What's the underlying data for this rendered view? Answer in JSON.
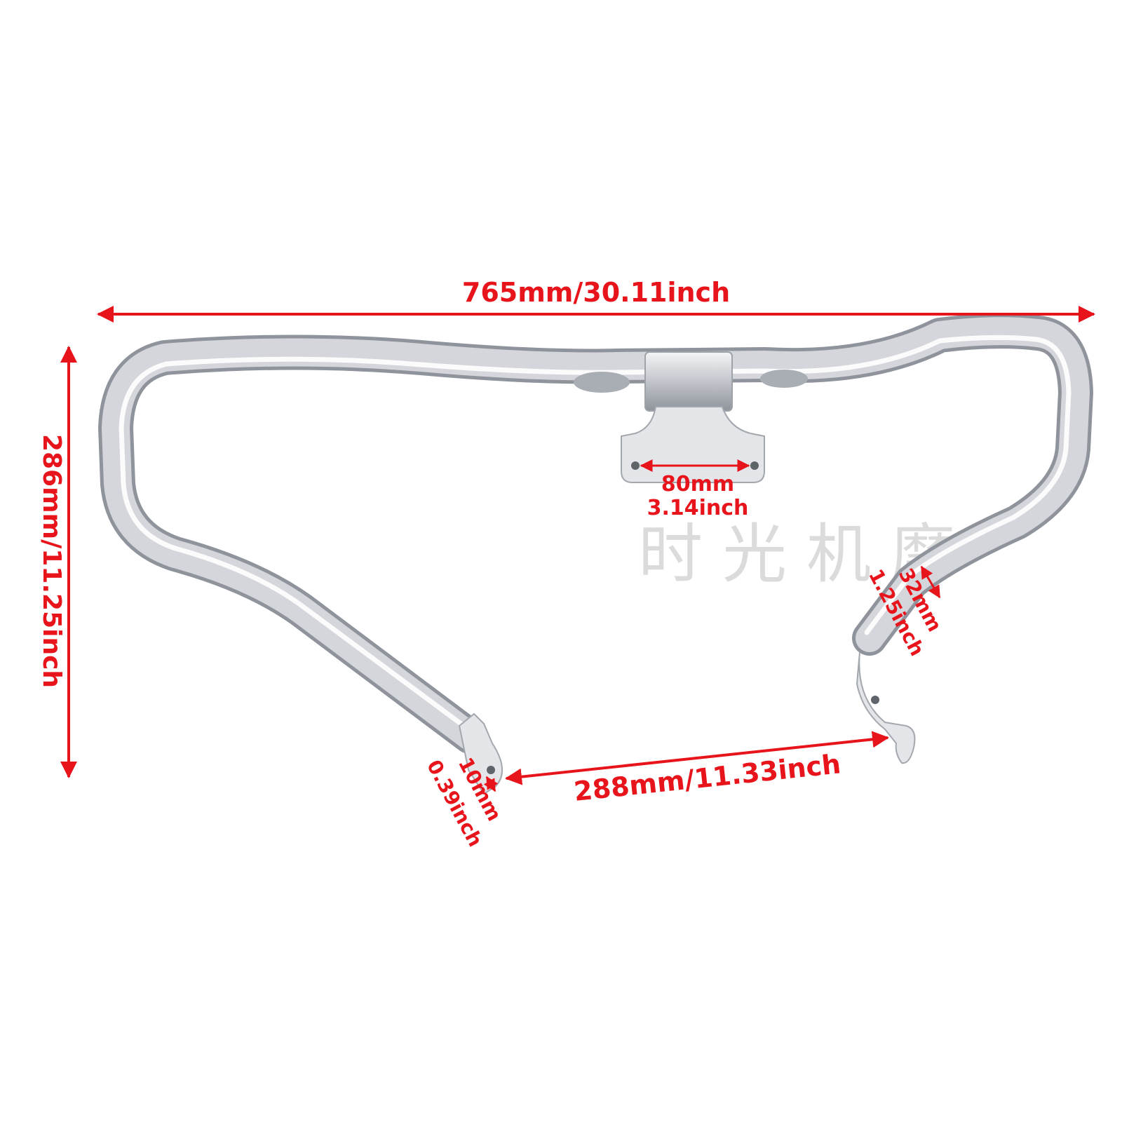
{
  "colors": {
    "dimension": "#e8141b",
    "chrome": "#c7c9ce",
    "watermark": "#d0d0d0",
    "background": "#ffffff"
  },
  "dimensions": {
    "overall_width": "765mm/30.11inch",
    "overall_height": "286mm/11.25inch",
    "bracket_spacing_mm": "80mm",
    "bracket_spacing_inch": "3.14inch",
    "tube_diameter_mm": "32mm",
    "tube_diameter_inch": "1.25inch",
    "hole_diameter_mm": "10mm",
    "hole_diameter_inch": "0.39inch",
    "mount_spacing": "288mm/11.33inch"
  },
  "watermark": "时光机摩"
}
